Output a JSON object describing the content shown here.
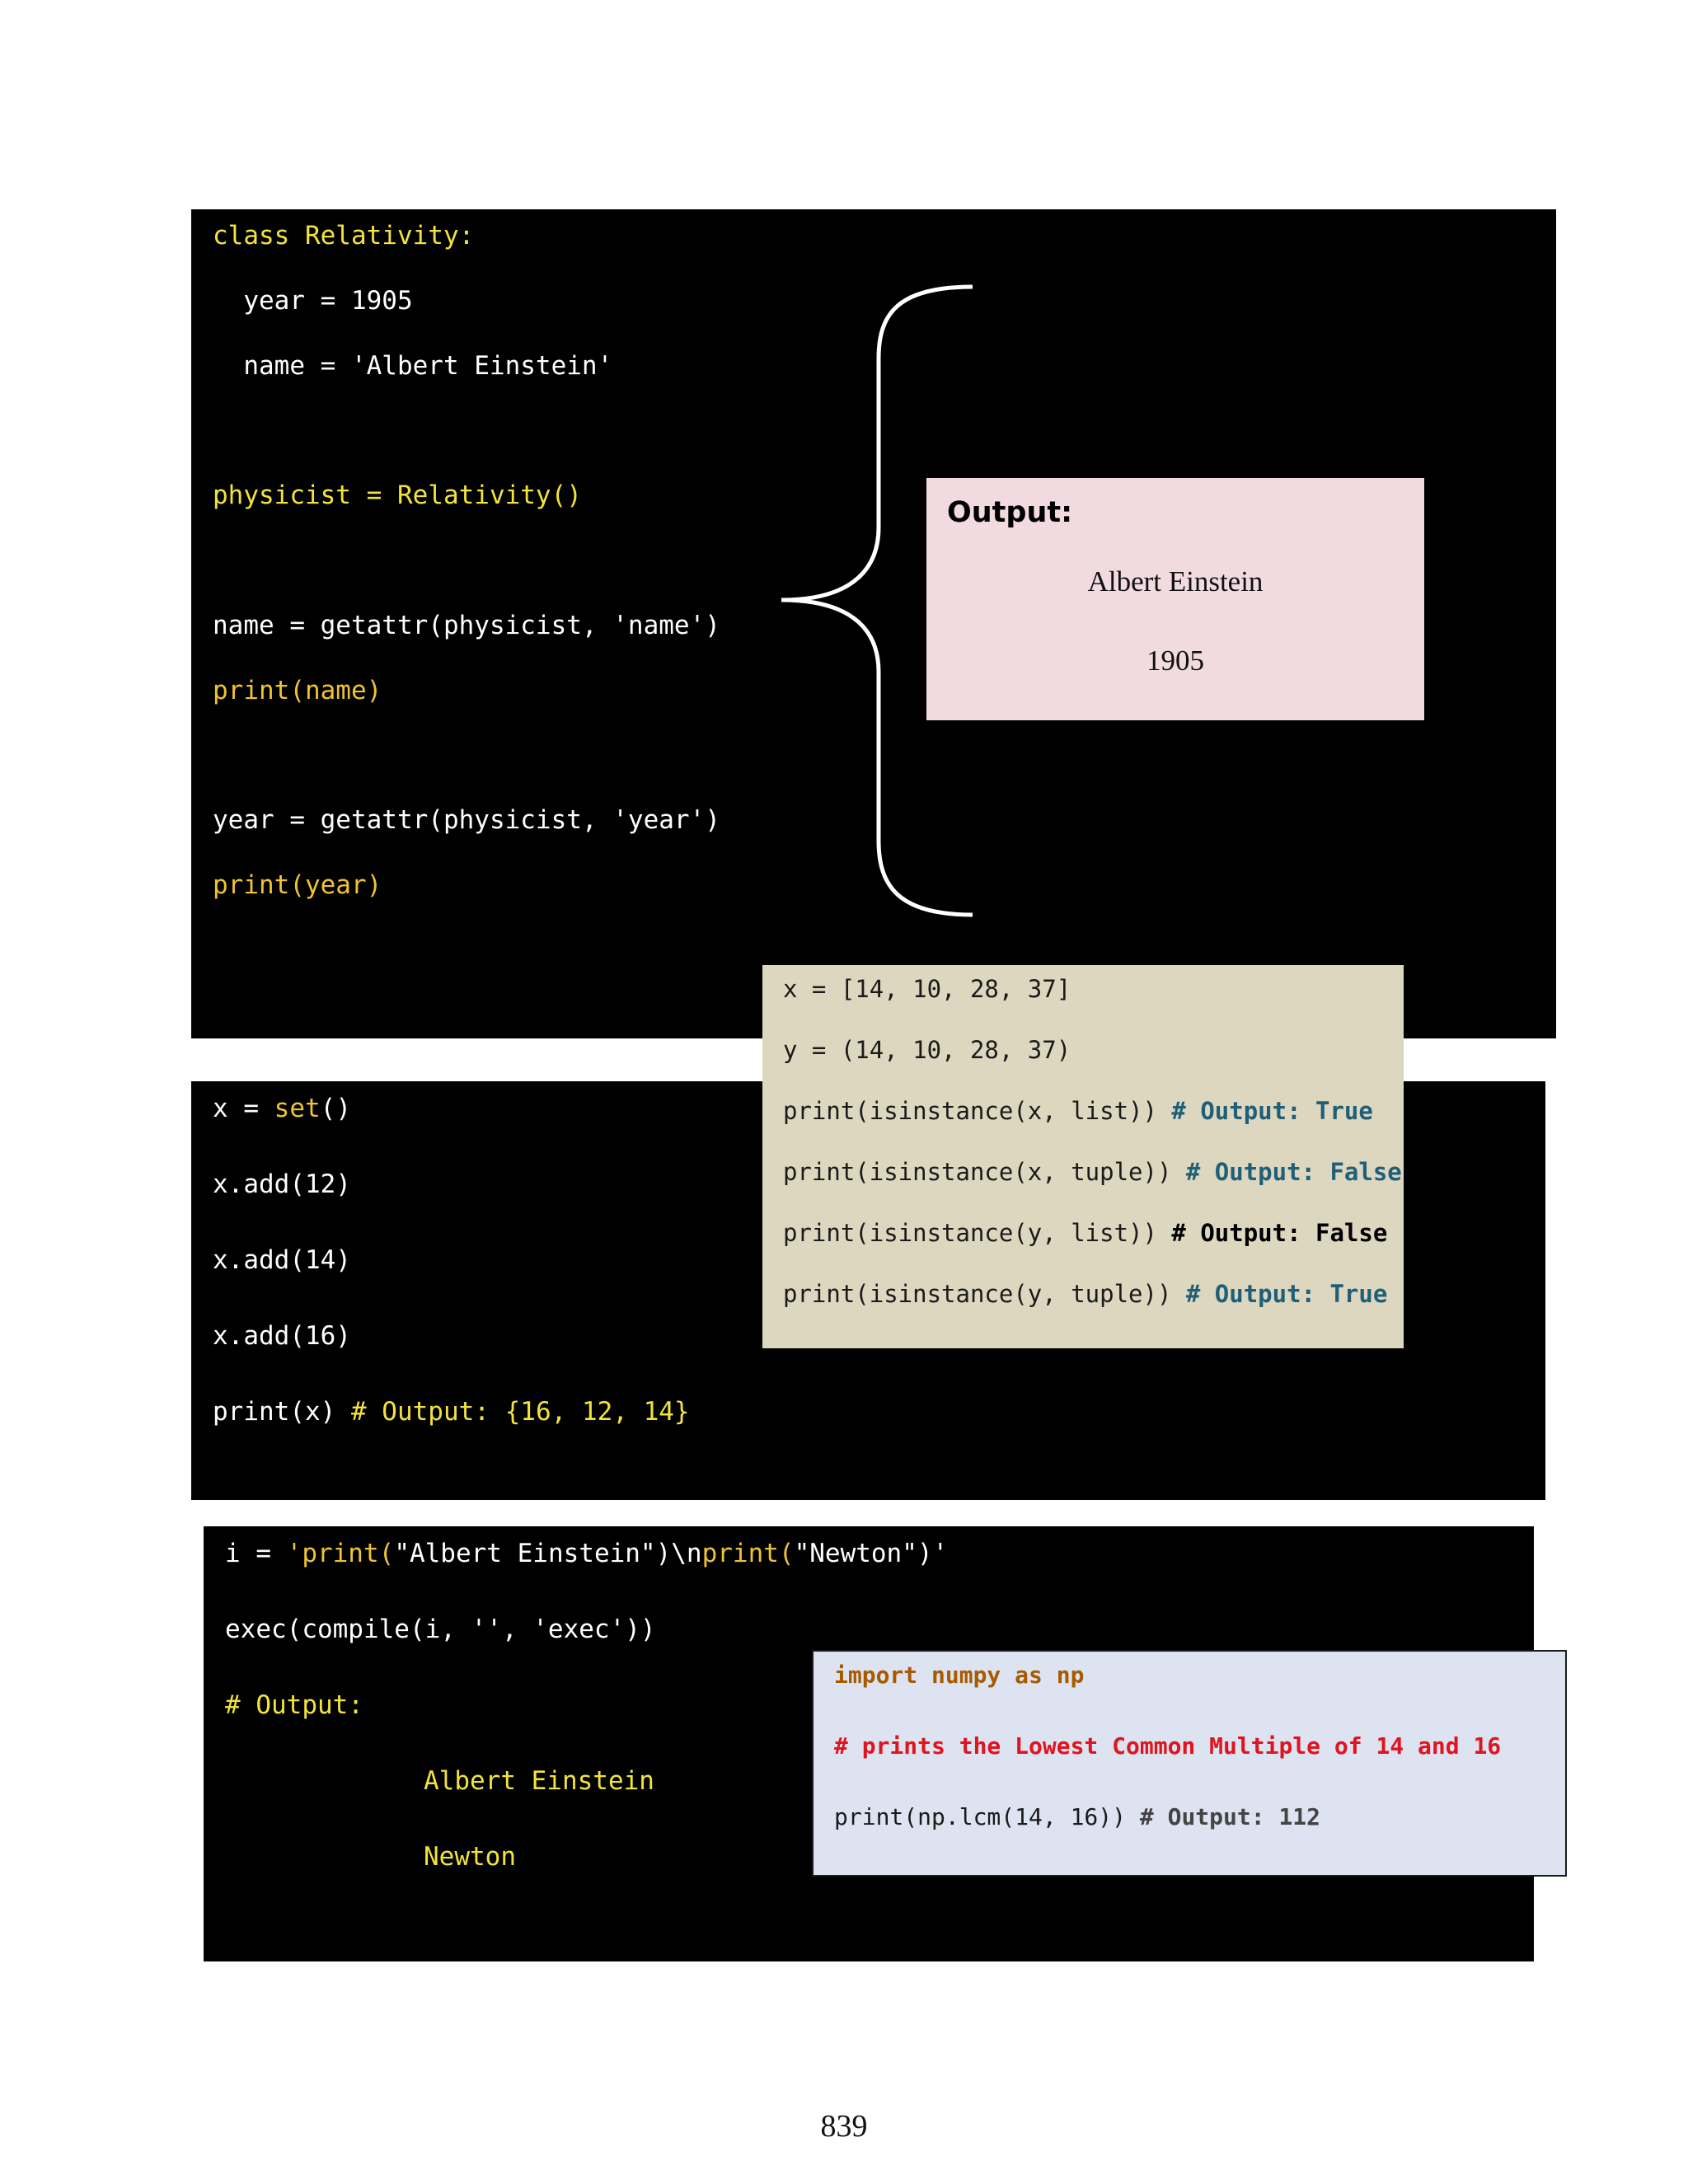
{
  "block1": {
    "line1": "class Relativity:",
    "line2": "  year = 1905",
    "line3": "  name = 'Albert Einstein'",
    "line4": "physicist = Relativity()",
    "line5": "name = getattr(physicist, 'name')",
    "line6": "print(name)",
    "line7": "year = getattr(physicist, 'year')",
    "line8": "print(year)"
  },
  "output_box": {
    "title": "Output:",
    "value1": "Albert Einstein",
    "value2": "1905"
  },
  "isinstance_box": {
    "line1": "x = [14, 10, 28, 37]",
    "line2": "y = (14, 10, 28, 37)",
    "line3_code": "print(isinstance(x, list))",
    "line3_comment": "# Output: True",
    "line4_code": "print(isinstance(x, tuple))",
    "line4_comment": "# Output: False",
    "line5_code": "print(isinstance(y, list))",
    "line5_comment": "# Output: False",
    "line6_code": "print(isinstance(y, tuple))",
    "line6_comment": "# Output: True"
  },
  "block2": {
    "line1_a": "x = ",
    "line1_b": "set",
    "line1_c": "()",
    "line2": "x.add(12)",
    "line3": "x.add(14)",
    "line4": "x.add(16)",
    "line5_code": "print(x)",
    "line5_comment": "# Output: {16, 12, 14}"
  },
  "block3": {
    "line1_a": "i = ",
    "line1_b": "'print(",
    "line1_c": "\"Albert Einstein\")\\n",
    "line1_d": "print(",
    "line1_e": "\"Newton\")'",
    "line2": "exec(compile(i, '', 'exec'))",
    "line3": "# Output:",
    "line4": "Albert Einstein",
    "line5": "Newton"
  },
  "numpy_box": {
    "line1": "import numpy as np",
    "line2": "# prints the Lowest Common Multiple of 14 and 16",
    "line3_code": "print(np.lcm(14, 16))",
    "line3_comment": "# Output: 112"
  },
  "page_number": "839"
}
